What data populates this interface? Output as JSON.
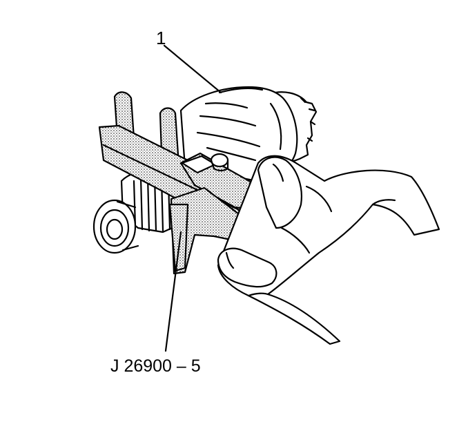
{
  "callouts": {
    "item_1": "1",
    "tool": "J 26900 – 5"
  },
  "colors": {
    "line": "#000000",
    "background": "#ffffff",
    "stipple": "#000000"
  },
  "icons": [
    "armature-illustration",
    "caliper-illustration",
    "hand-illustration"
  ]
}
